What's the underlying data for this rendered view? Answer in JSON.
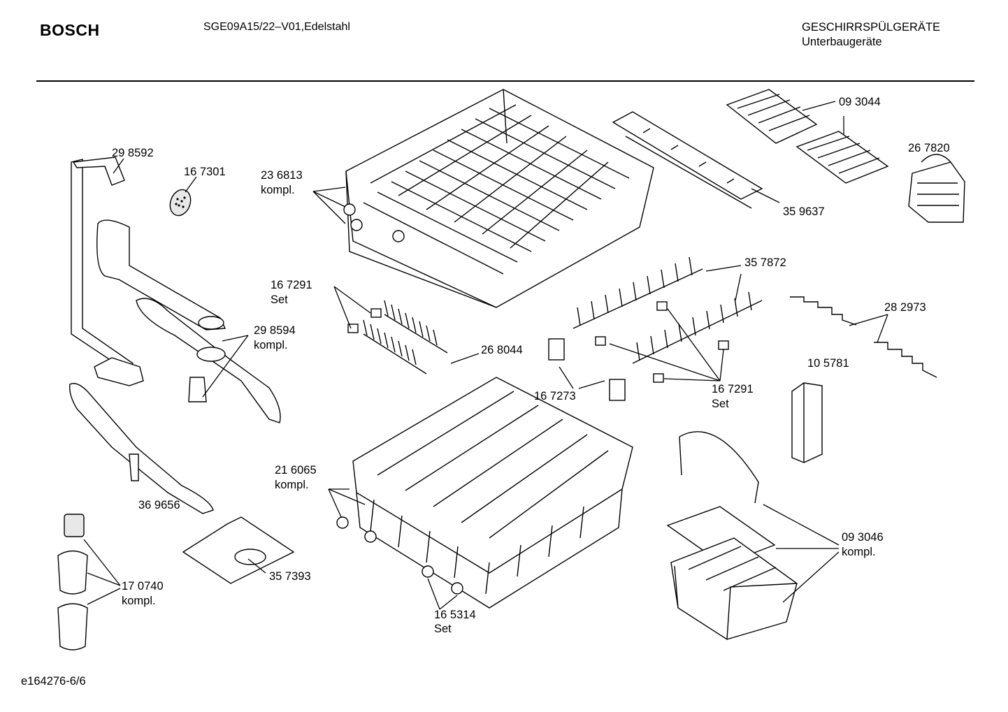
{
  "header": {
    "brand": "BOSCH",
    "model": "SGE09A15/22–V01,Edelstahl",
    "category_line1": "GESCHIRRSPÜLGERÄTE",
    "category_line2": "Unterbaugeräte"
  },
  "footer": {
    "doc_id": "e164276-6/6"
  },
  "parts": {
    "p298592": "29 8592",
    "p167301": "16 7301",
    "p236813": "23 6813",
    "p236813_sub": "kompl.",
    "p093044": "09 3044",
    "p267820": "26 7820",
    "p359637": "35 9637",
    "p357872": "35 7872",
    "p167291a": "16 7291",
    "p167291a_sub": "Set",
    "p298594": "29 8594",
    "p298594_sub": "kompl.",
    "p268044": "26 8044",
    "p282973": "28 2973",
    "p105781": "10 5781",
    "p167273": "16 7273",
    "p167291b": "16 7291",
    "p167291b_sub": "Set",
    "p216065": "21 6065",
    "p216065_sub": "kompl.",
    "p369656": "36 9656",
    "p093046": "09 3046",
    "p093046_sub": "kompl.",
    "p357393": "35 7393",
    "p170740": "17 0740",
    "p170740_sub": "kompl.",
    "p165314": "16 5314",
    "p165314_sub": "Set"
  }
}
